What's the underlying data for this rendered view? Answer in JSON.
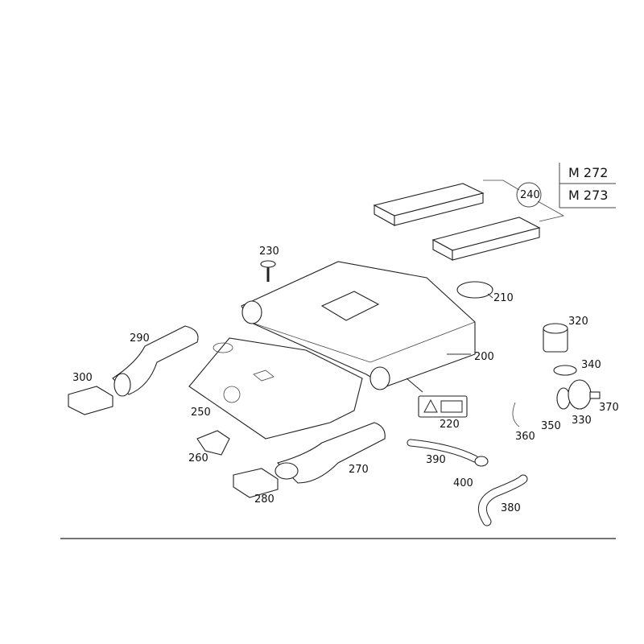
{
  "engine_variants": [
    "M 272",
    "M 273"
  ],
  "callouts": {
    "p200": "200",
    "p210": "210",
    "p220": "220",
    "p230": "230",
    "p240": "240",
    "p250": "250",
    "p260": "260",
    "p270": "270",
    "p280": "280",
    "p290": "290",
    "p300": "300",
    "p320": "320",
    "p330": "330",
    "p340": "340",
    "p350": "350",
    "p360": "360",
    "p370": "370",
    "p380": "380",
    "p390": "390",
    "p400": "400"
  }
}
